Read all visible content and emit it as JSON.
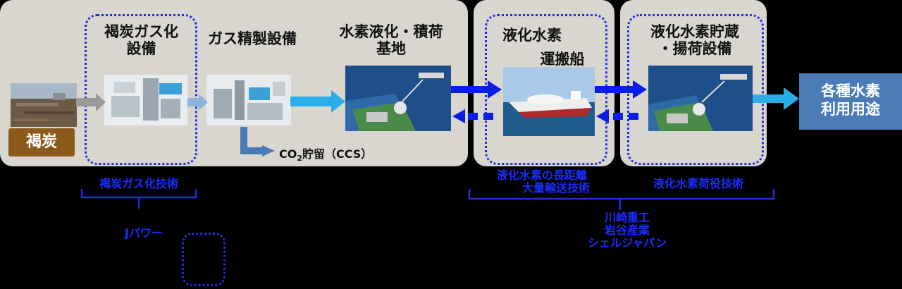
{
  "stages": {
    "gasification": {
      "label_line1": "褐炭ガス化",
      "label_line2": "設備"
    },
    "gas_refining": {
      "label": "ガス精製設備"
    },
    "liquefaction_base": {
      "label_line1": "水素液化・積荷",
      "label_line2": "基地"
    },
    "carrier": {
      "label_line1": "液化水素",
      "label_line2": "運搬船"
    },
    "storage": {
      "label_line1": "液化水素貯蔵",
      "label_line2": "・揚荷設備"
    }
  },
  "source": {
    "label": "褐炭"
  },
  "ccs": {
    "co": "CO",
    "sub": "2",
    "rest": "貯留（CCS）"
  },
  "output": {
    "line1": "各種水素",
    "line2": "利用用途"
  },
  "tech_labels": {
    "gasification_tech": "褐炭ガス化技術",
    "transport_tech_line1": "液化水素の長距離",
    "transport_tech_line2": "大量輸送技術",
    "loading_tech": "液化水素荷役技術"
  },
  "companies": {
    "jpower": "Jパワー",
    "group_line1": "川崎重工",
    "group_line2": "岩谷産業",
    "group_line3": "シェルジャパン"
  },
  "colors": {
    "panel": "#d9d6d0",
    "dotted": "#1f2ed8",
    "arrow_blue": "#0a1ee8",
    "arrow_cyan": "#29aee8",
    "brown": "#8b5a1b",
    "output": "#4a7bb7"
  }
}
